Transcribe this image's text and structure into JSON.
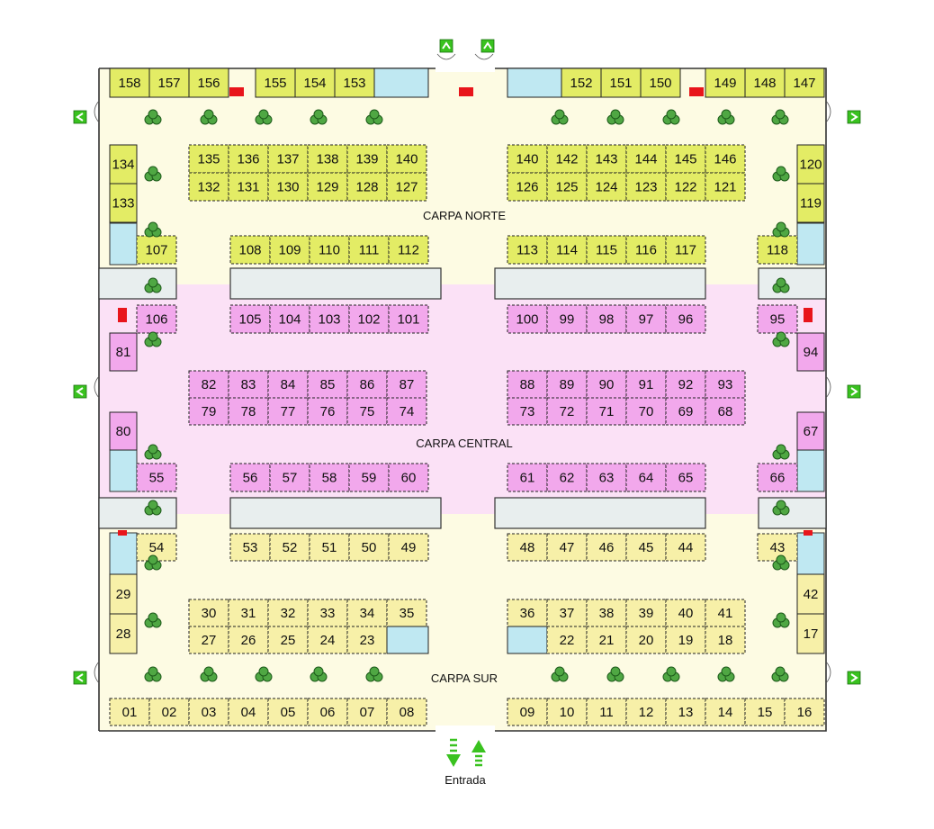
{
  "colors": {
    "north_stand": "#e3ec65",
    "central_stand": "#f2a8ec",
    "south_stand": "#f7f0a8",
    "north_zone": "#fdfbe3",
    "central_zone": "#fbe1f6",
    "south_zone": "#fdfbe3",
    "empty_stand": "#bfe8f2",
    "gray_block": "#e8eeee",
    "extinguisher": "#e8151b",
    "exit_sign": "#39c21f",
    "plant": "#4fa743"
  },
  "icons": {
    "plant": "plant-icon",
    "extinguisher": "fire-extinguisher-icon",
    "exit": "emergency-exit-icon",
    "entry_in": "entry-arrow-up-icon",
    "entry_out": "entry-arrow-down-icon"
  },
  "zone_labels": {
    "north": "CARPA NORTE",
    "central": "CARPA CENTRAL",
    "south": "CARPA SUR"
  },
  "entrance_label": "Entrada",
  "stands": {
    "top_left": [
      "158",
      "157",
      "156"
    ],
    "top_mid_left": [
      "155",
      "154",
      "153"
    ],
    "top_mid_right": [
      "152",
      "151",
      "150"
    ],
    "top_right": [
      "149",
      "148",
      "147"
    ],
    "north_upper_left": [
      "135",
      "136",
      "137",
      "138",
      "139",
      "140"
    ],
    "north_lower_left": [
      "132",
      "131",
      "130",
      "129",
      "128",
      "127"
    ],
    "north_upper_right": [
      "140",
      "142",
      "143",
      "144",
      "145",
      "146"
    ],
    "north_lower_right": [
      "126",
      "125",
      "124",
      "123",
      "122",
      "121"
    ],
    "north_left_side": [
      "134",
      "133"
    ],
    "north_right_side": [
      "120",
      "119"
    ],
    "north_row_left": [
      "108",
      "109",
      "110",
      "111",
      "112"
    ],
    "north_row_right": [
      "113",
      "114",
      "115",
      "116",
      "117"
    ],
    "north_corner_left": "107",
    "north_corner_right": "118",
    "central_row_top_left": [
      "105",
      "104",
      "103",
      "102",
      "101"
    ],
    "central_row_top_right": [
      "100",
      "99",
      "98",
      "97",
      "96"
    ],
    "central_corner_top_left": "106",
    "central_corner_top_right": "95",
    "central_side_left_top": "81",
    "central_side_right_top": "94",
    "central_upper_left": [
      "82",
      "83",
      "84",
      "85",
      "86",
      "87"
    ],
    "central_lower_left": [
      "79",
      "78",
      "77",
      "76",
      "75",
      "74"
    ],
    "central_upper_right": [
      "88",
      "89",
      "90",
      "91",
      "92",
      "93"
    ],
    "central_lower_right": [
      "73",
      "72",
      "71",
      "70",
      "69",
      "68"
    ],
    "central_side_left_bottom": "80",
    "central_side_right_bottom": "67",
    "central_row_bottom_left": [
      "56",
      "57",
      "58",
      "59",
      "60"
    ],
    "central_row_bottom_right": [
      "61",
      "62",
      "63",
      "64",
      "65"
    ],
    "central_corner_bottom_left": "55",
    "central_corner_bottom_right": "66",
    "south_row_left": [
      "53",
      "52",
      "51",
      "50",
      "49"
    ],
    "south_row_right": [
      "48",
      "47",
      "46",
      "45",
      "44"
    ],
    "south_corner_left": "54",
    "south_corner_right": "43",
    "south_upper_left": [
      "30",
      "31",
      "32",
      "33",
      "34",
      "35"
    ],
    "south_lower_left": [
      "27",
      "26",
      "25",
      "24",
      "23"
    ],
    "south_upper_right": [
      "36",
      "37",
      "38",
      "39",
      "40",
      "41"
    ],
    "south_lower_right": [
      "22",
      "21",
      "20",
      "19",
      "18"
    ],
    "south_left_side": [
      "29",
      "28"
    ],
    "south_right_side": [
      "42",
      "17"
    ],
    "bottom_left": [
      "01",
      "02",
      "03",
      "04",
      "05",
      "06",
      "07",
      "08"
    ],
    "bottom_right": [
      "09",
      "10",
      "11",
      "12",
      "13",
      "14",
      "15",
      "16"
    ]
  }
}
